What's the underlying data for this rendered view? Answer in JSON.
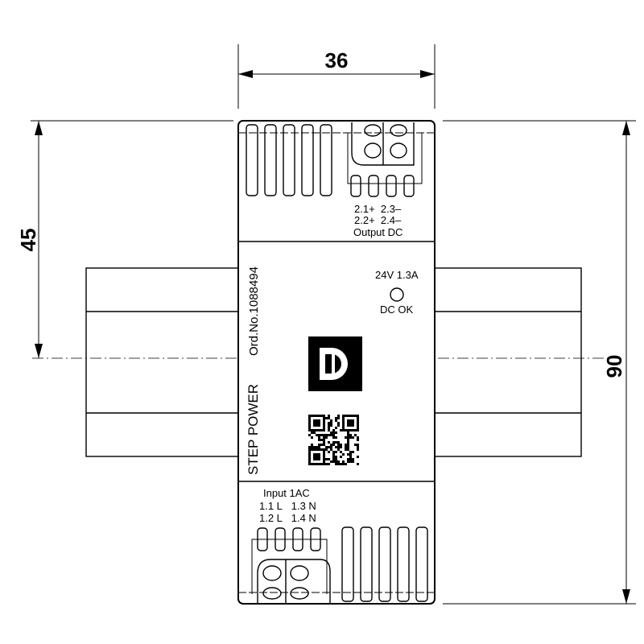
{
  "dimensions": {
    "width": "36",
    "height_half": "45",
    "height": "90"
  },
  "output": {
    "terminals_left": "2.1+  2.3–",
    "terminals_right": "2.2+  2.4–",
    "label": "Output DC"
  },
  "status": {
    "rating": "24V 1.3A",
    "led_label": "DC OK"
  },
  "product": {
    "name": "STEP POWER",
    "order_number": "Ord.No.1088494"
  },
  "input": {
    "label": "Input 1AC",
    "row1": "1.1 L   1.3 N",
    "row2": "1.2 L   1.4 N"
  },
  "colors": {
    "line": "#000000",
    "background": "#ffffff"
  }
}
